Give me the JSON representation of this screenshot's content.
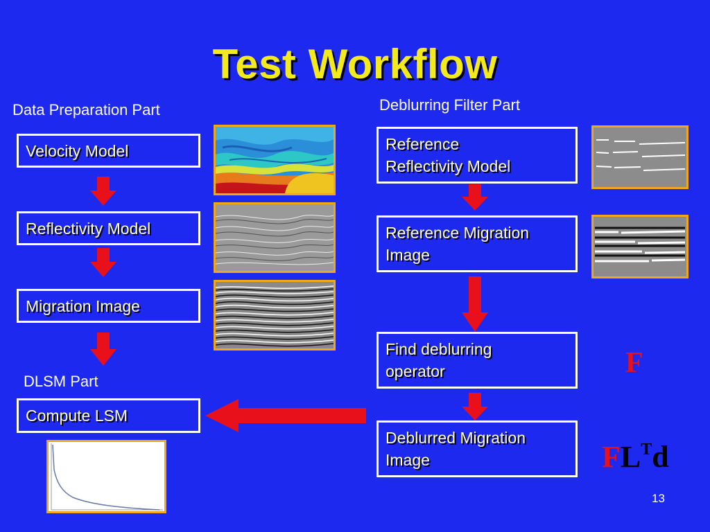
{
  "slide": {
    "title": "Test Workflow",
    "page_number": "13"
  },
  "left_section": {
    "label": "Data Preparation Part",
    "boxes": [
      "Velocity Model",
      "Reflectivity Model",
      "Migration Image"
    ]
  },
  "dlsm_section": {
    "label": "DLSM Part",
    "box": "Compute LSM"
  },
  "right_section": {
    "label": "Deblurring Filter Part",
    "boxes": [
      [
        "Reference",
        "Reflectivity Model"
      ],
      [
        "Reference Migration",
        "Image"
      ],
      [
        "Find deblurring",
        "operator"
      ],
      [
        "Deblurred Migration",
        "Image"
      ]
    ]
  },
  "formulas": {
    "f1": "F",
    "f2_F": "F",
    "f2_L": "L",
    "f2_T": "T",
    "f2_d": "d"
  },
  "colors": {
    "background": "#1d29ee",
    "title": "#f2ea1c",
    "arrow": "#e8101a",
    "thumb_border": "#f0a81a",
    "formula_red": "#e8101a",
    "formula_black": "#000000"
  }
}
